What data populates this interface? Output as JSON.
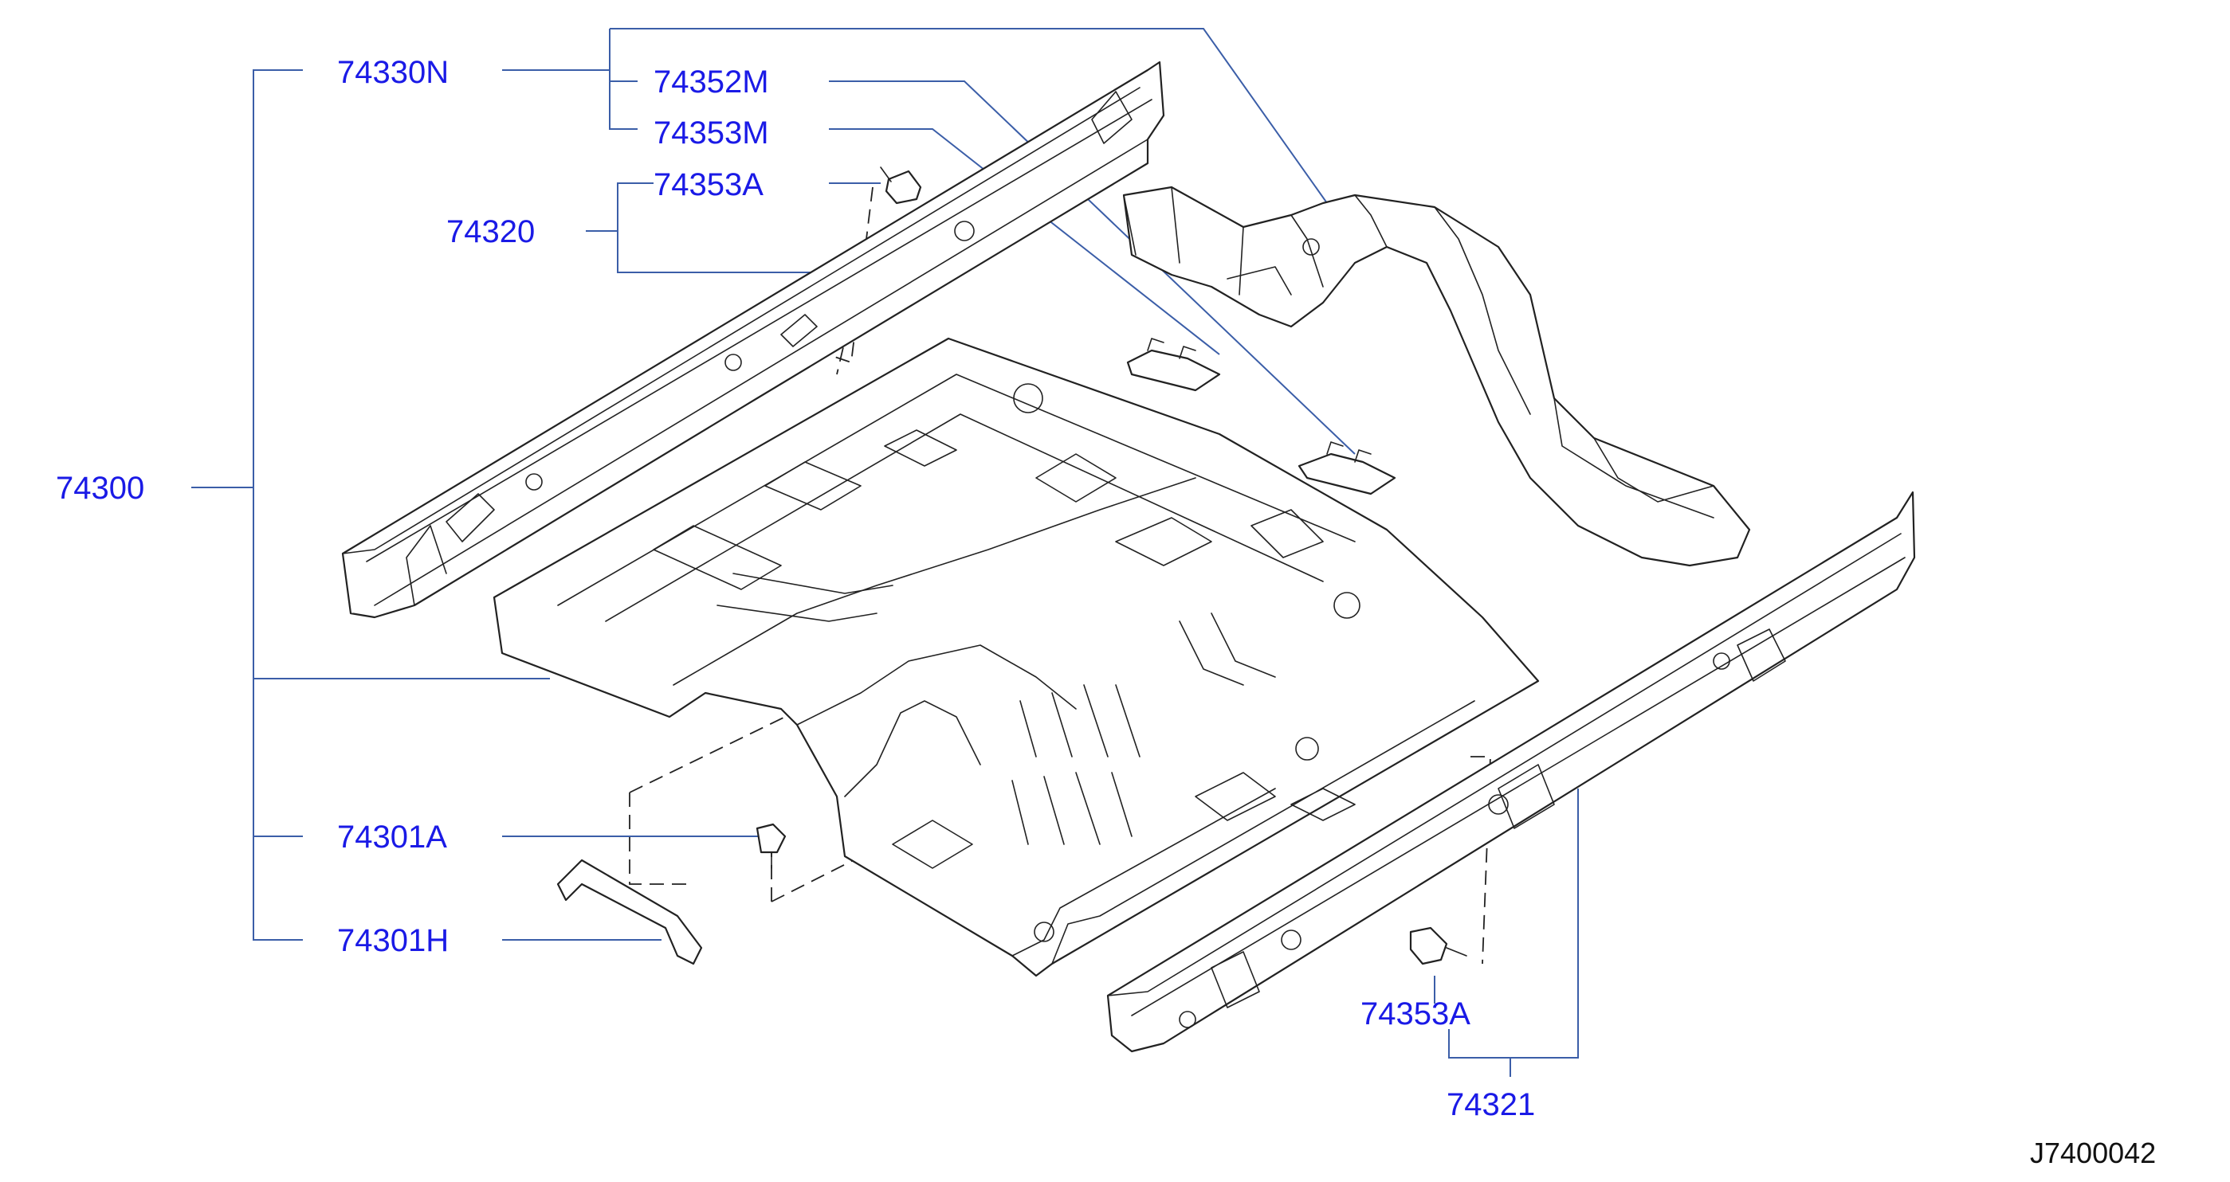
{
  "labels": {
    "p74330N": "74330N",
    "p74352M": "74352M",
    "p74353M": "74353M",
    "p74353A_top": "74353A",
    "p74320": "74320",
    "p74300": "74300",
    "p74301A": "74301A",
    "p74301H": "74301H",
    "p74353A_bottom": "74353A",
    "p74321": "74321"
  },
  "reference_code": "J7400042",
  "colors": {
    "label": "#1a1ae6",
    "leader": "#3b5ea8",
    "lineart": "#222222",
    "background": "#ffffff"
  }
}
